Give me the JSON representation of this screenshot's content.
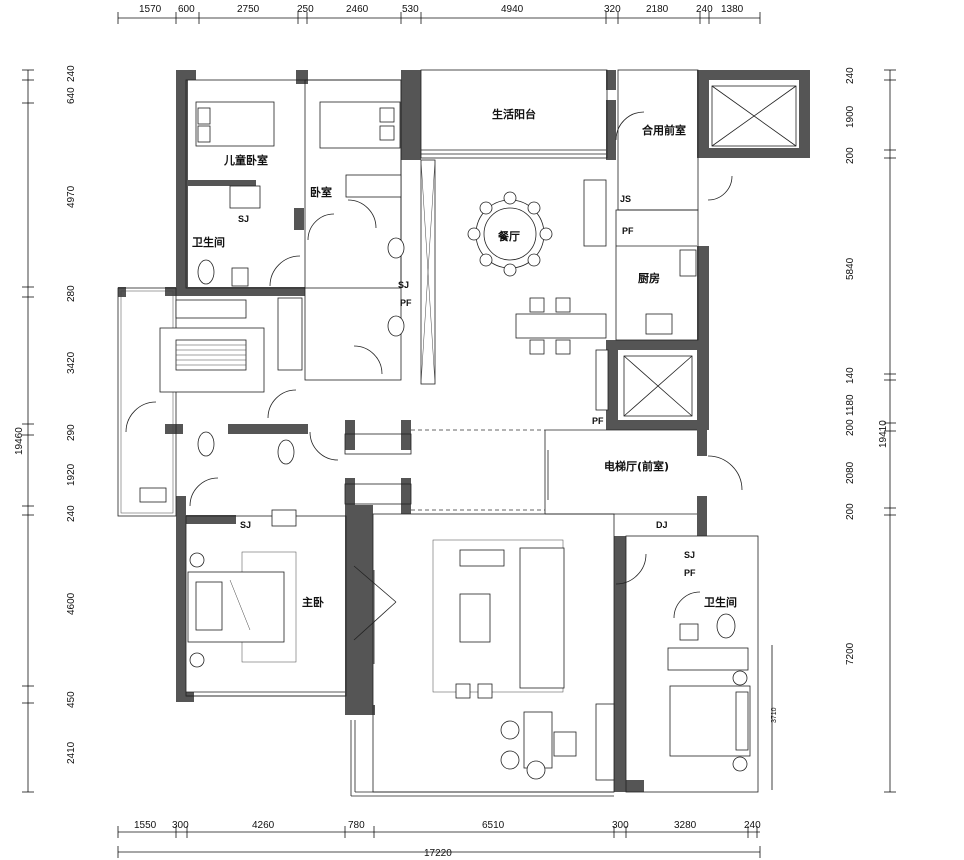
{
  "dimensions": {
    "top": [
      "1570",
      "600",
      "2750",
      "250",
      "2460",
      "530",
      "4940",
      "320",
      "2180",
      "240",
      "1380"
    ],
    "bottom": [
      "1550",
      "300",
      "4260",
      "780",
      "6510",
      "300",
      "3280",
      "240"
    ],
    "bottom_total": "17220",
    "left": [
      "240",
      "640",
      "4970",
      "280",
      "3420",
      "290",
      "1920",
      "240",
      "4600",
      "450",
      "2410"
    ],
    "left_total": "19460",
    "right": [
      "240",
      "1900",
      "200",
      "5840",
      "140",
      "1180",
      "200",
      "2080",
      "200",
      "7200"
    ],
    "right_total": "19410",
    "inner": "3710"
  },
  "rooms": {
    "kids_bedroom": "儿童卧室",
    "bedroom": "卧室",
    "bathroom_1": "卫生间",
    "living_balcony": "生活阳台",
    "shared_front_room": "合用前室",
    "dining": "餐厅",
    "kitchen": "厨房",
    "elevator_hall": "电梯厅(前室)",
    "master_bedroom": "主卧",
    "bathroom_2": "卫生间"
  },
  "tags": {
    "sj": "SJ",
    "pf": "PF",
    "js": "JS",
    "dj": "DJ"
  }
}
